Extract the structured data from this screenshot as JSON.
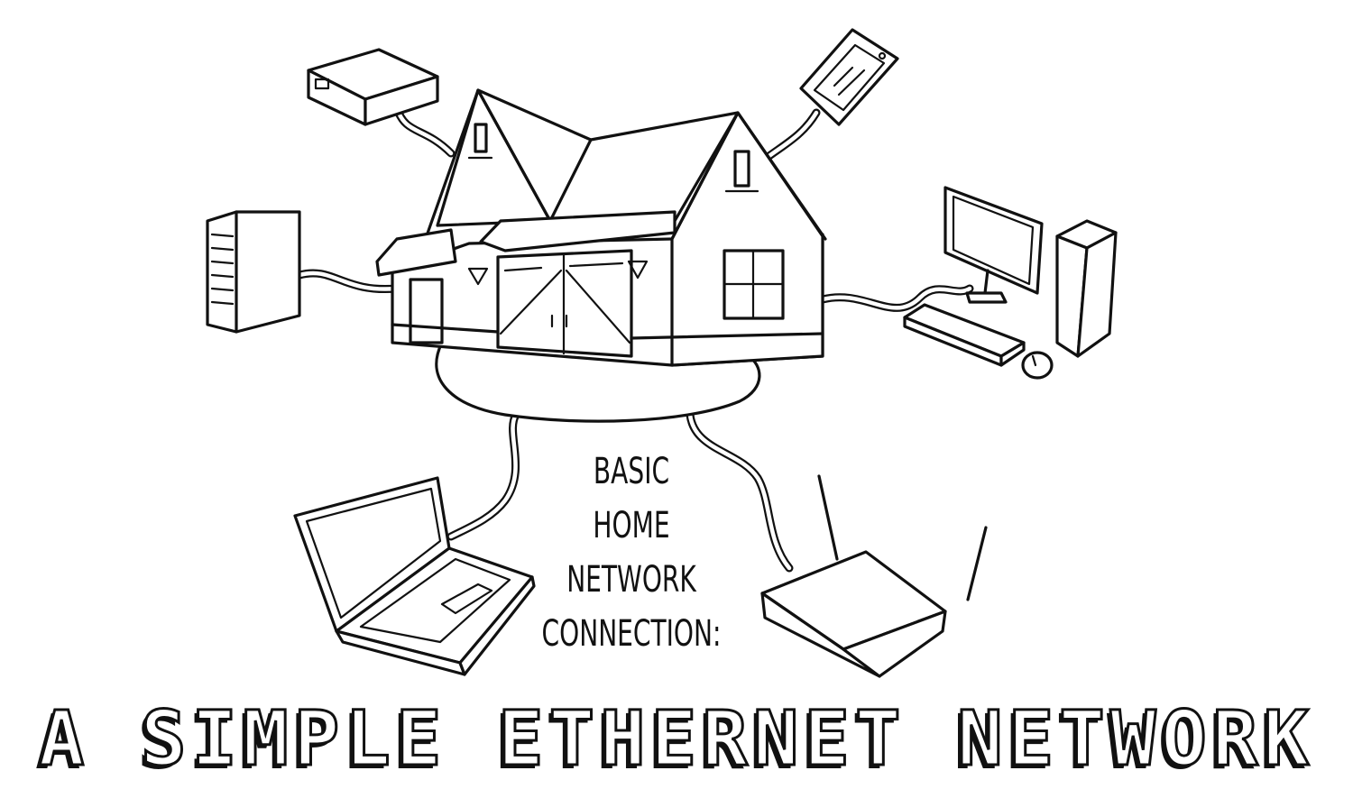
{
  "caption": {
    "line1": "BASIC",
    "line2": "HOME",
    "line3": "NETWORK",
    "line4": "CONNECTION:"
  },
  "title": "A SIMPLE ETHERNET NETWORK",
  "colors": {
    "ink": "#111111",
    "paper": "#ffffff"
  },
  "devices": {
    "hub": "house-icon",
    "top_left": "set-top-box-icon",
    "left": "modem-icon",
    "top_right": "smartphone-icon",
    "right": "desktop-computer-icon",
    "bottom_left": "laptop-icon",
    "bottom_right": "router-icon"
  }
}
